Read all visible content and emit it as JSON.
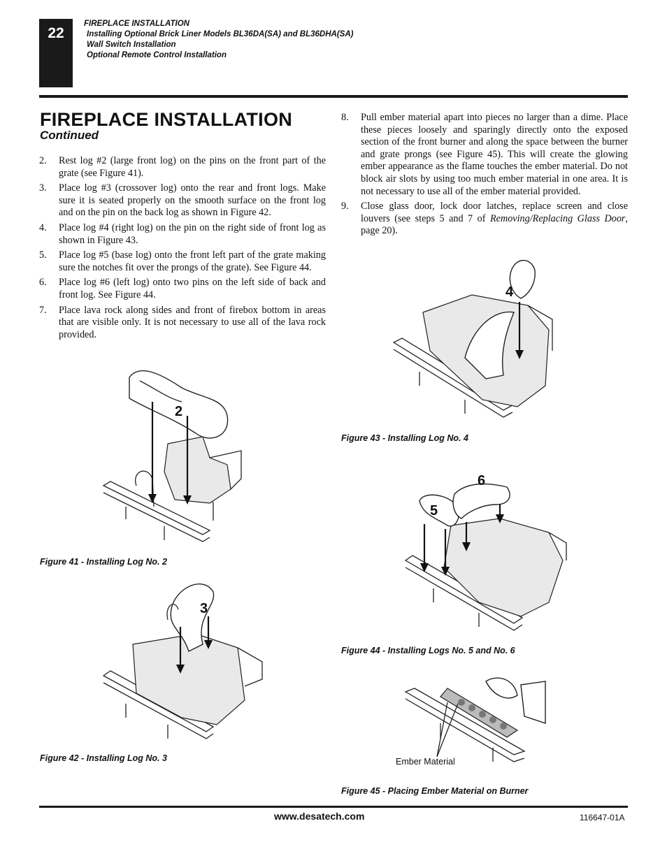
{
  "page_number": "22",
  "header": {
    "section": "FIREPLACE INSTALLATION",
    "items": [
      "Installing Optional Brick Liner Models BL36DA(SA) and BL36DHA(SA)",
      "Wall Switch Installation",
      "Optional Remote Control Installation"
    ]
  },
  "title": "FIREPLACE INSTALLATION",
  "subtitle": "Continued",
  "steps_left": [
    {
      "num": "2.",
      "text": "Rest log #2 (large front log) on the pins on the front part of the grate (see Figure 41)."
    },
    {
      "num": "3.",
      "text": "Place log #3 (crossover log) onto the rear and front logs. Make sure it is seated properly on the smooth surface on the front log and on the pin on the back log as shown in Figure 42."
    },
    {
      "num": "4.",
      "text": "Place log #4 (right log) on the pin on the right side of front log as shown in Figure 43."
    },
    {
      "num": "5.",
      "text": "Place log #5 (base log) onto the front left part of the grate making sure the notches fit over the prongs of the grate). See Figure 44."
    },
    {
      "num": "6.",
      "text": "Place log #6 (left log) onto two pins on the left side of back and front log. See Figure 44."
    },
    {
      "num": "7.",
      "text": "Place lava rock along sides and front of firebox bottom in areas that are visible only. It is not necessary to use all of the lava rock provided."
    }
  ],
  "steps_right": [
    {
      "num": "8.",
      "text": "Pull ember material apart into pieces no larger than a dime. Place these pieces loosely and sparingly directly onto the exposed section of the front burner and along the space between the burner and grate prongs (see Figure 45). This will create the glowing ember appearance as the flame touches the ember material. Do not block air slots by using too much ember material in one area. It is not necessary to use all of the ember material provided."
    },
    {
      "num": "9.",
      "text_before": "Close glass door, lock door latches, replace screen and close louvers (see steps 5 and 7 of ",
      "text_italic": "Removing/Replacing Glass Door",
      "text_after": ", page 20)."
    }
  ],
  "figures": {
    "fig41": {
      "caption": "Figure 41 - Installing Log No. 2",
      "label": "2"
    },
    "fig42": {
      "caption": "Figure 42 - Installing Log No. 3",
      "label": "3"
    },
    "fig43": {
      "caption": "Figure 43 - Installing Log No. 4",
      "label": "4"
    },
    "fig44": {
      "caption": "Figure 44 - Installing Logs No. 5 and No. 6",
      "label_a": "5",
      "label_b": "6"
    },
    "fig45": {
      "caption": "Figure 45 - Placing Ember Material on Burner",
      "callout": "Ember Material"
    }
  },
  "footer": {
    "website": "www.desatech.com",
    "part_number": "116647-01A"
  }
}
